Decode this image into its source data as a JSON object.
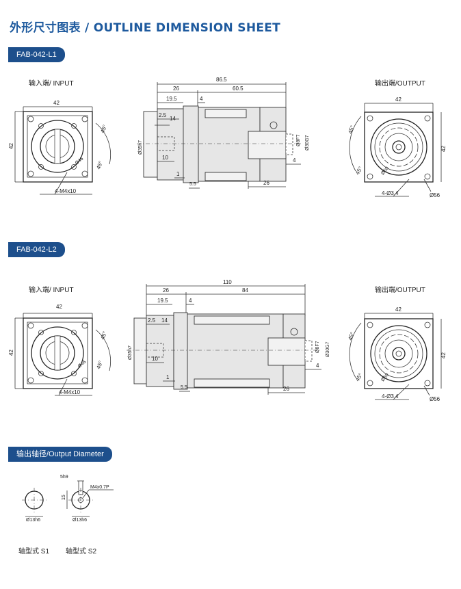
{
  "page": {
    "title": "外形尺寸图表 / OUTLINE DIMENSION SHEET"
  },
  "sections": [
    {
      "model": "FAB-042-L1",
      "input_label": "输入端/ INPUT",
      "output_label": "输出端/OUTPUT",
      "input_view": {
        "width": "42",
        "height": "42",
        "angle": "45°",
        "angle2": "45°",
        "bore": "Ø46",
        "holes": "4-M4x10"
      },
      "side_view": {
        "total_length": "86.5",
        "len_a": "26",
        "len_b": "60.5",
        "len_c": "19.5",
        "len_d": "4",
        "len_e": "2.5",
        "len_f": "14",
        "shaft_dia": "Ø35h7",
        "len_g": "10",
        "len_h": "1",
        "len_i": "5.5",
        "len_j": "26",
        "len_k": "4",
        "out_dia1": "Ø8F7",
        "out_dia2": "Ø30G7"
      },
      "output_view": {
        "width": "42",
        "height": "42",
        "angle": "45°",
        "angle2": "45°",
        "bore": "Ø50",
        "holes": "4-Ø3.4",
        "pcd": "Ø56"
      }
    },
    {
      "model": "FAB-042-L2",
      "input_label": "输入端/ INPUT",
      "output_label": "输出端/OUTPUT",
      "input_view": {
        "width": "42",
        "height": "42",
        "angle": "45°",
        "angle2": "45°",
        "bore": "Ø46",
        "holes": "4-M4x10"
      },
      "side_view": {
        "total_length": "110",
        "len_a": "26",
        "len_b": "84",
        "len_c": "19.5",
        "len_d": "4",
        "len_e": "2.5",
        "len_f": "14",
        "shaft_dia": "Ø35h7",
        "len_g": "10",
        "len_h": "1",
        "len_i": "5.5",
        "len_j": "26",
        "len_k": "4",
        "out_dia1": "Ø8F7",
        "out_dia2": "Ø30G7"
      },
      "output_view": {
        "width": "42",
        "height": "42",
        "angle": "45°",
        "angle2": "45°",
        "bore": "Ø50",
        "holes": "4-Ø3.4",
        "pcd": "Ø56"
      }
    }
  ],
  "output_diameter": {
    "badge": "输出轴径/Output Diameter",
    "s1": {
      "dia": "Ø13h6",
      "caption": "轴型式 S1"
    },
    "s2": {
      "dia": "Ø13h6",
      "key": "5h9",
      "height": "15",
      "thread": "M4x0.7P",
      "caption": "轴型式 S2"
    }
  }
}
